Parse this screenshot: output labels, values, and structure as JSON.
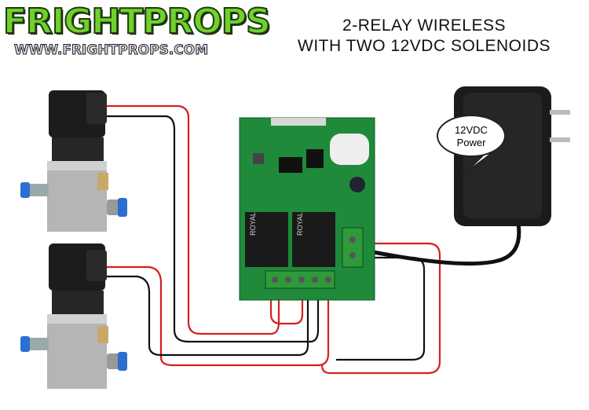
{
  "logo": {
    "name": "FRIGHTPROPS",
    "url": "WWW.FRIGHTPROPS.COM"
  },
  "title": {
    "line1": "2-RELAY WIRELESS",
    "line2": "WITH TWO 12VDC SOLENOIDS"
  },
  "callout": {
    "line1": "12VDC",
    "line2": "Power"
  },
  "components": {
    "relay_label": "ROYAL"
  },
  "colors": {
    "wire_red": "#d42020",
    "wire_black": "#111111",
    "pcb": "#1e8a3a",
    "relay": "#1a1a1a",
    "terminal": "#2f9a3a"
  }
}
